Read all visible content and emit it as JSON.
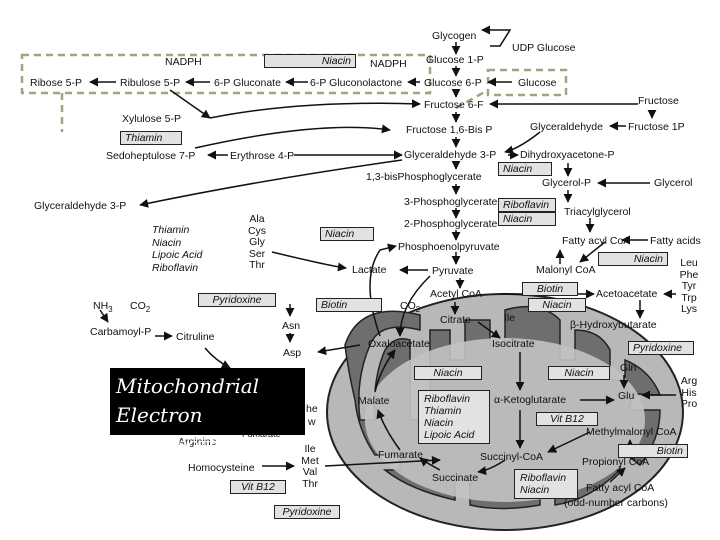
{
  "metabolites": {
    "glycogen": "Glycogen",
    "udp_glucose": "UDP Glucose",
    "glucose_1p": "Glucose 1-P",
    "glucose": "Glucose",
    "glucose_6p": "Glucose 6-P",
    "nadph_left": "NADPH",
    "nadph_right": "NADPH",
    "ribose_5p": "Ribose 5-P",
    "ribulose_5p": "Ribulose 5-P",
    "p6_gluconate": "6-P Gluconate",
    "p6_gluconolactone": "6-P Gluconolactone",
    "fructose": "Fructose",
    "fructose_6f": "Fructose 6-F",
    "xylulose_5p": "Xylulose 5-P",
    "fructose_16bis": "Fructose 1,6-Bis P",
    "glyceraldehyde": "Glyceraldehyde",
    "fructose_1p": "Fructose 1P",
    "sedoheptulose_7p": "Sedoheptulose 7-P",
    "erythrose_4p": "Erythrose 4-P",
    "glyceraldehyde_3p_right": "Glyceraldehyde 3-P",
    "dihydroxyacetone_p": "Dihydroxyacetone-P",
    "bisphosphoglycerate": "1,3-bisPhosphoglycerate",
    "glycerol_p": "Glycerol-P",
    "glycerol": "Glycerol",
    "glyceraldehyde_3p_left": "Glyceraldehyde 3-P",
    "phosphoglycerate_3": "3-Phosphoglycerate",
    "phosphoglycerate_2": "2-Phosphoglycerate",
    "triacylglycerol": "Triacylglycerol",
    "phosphoenolpyruvate": "Phosphoenolpyruvate",
    "fatty_acyl_coa": "Fatty acyl CoA",
    "fatty_acids": "Fatty acids",
    "lactate": "Lactate",
    "pyruvate": "Pyruvate",
    "malonyl_coa": "Malonyl CoA",
    "acetyl_coa": "Acetyl CoA",
    "acetoacetate": "Acetoacetate",
    "hydroxybutarate": "β-Hydroxybutarate",
    "nh3": "NH3",
    "co2_left": "CO2",
    "co2_mid": "CO2",
    "carbamoyl_p": "Carbamoyl-P",
    "citruline": "Citruline",
    "oxaloacetate": "Oxaloacetate",
    "citrate": "Citrate",
    "isocitrate": "Isocitrate",
    "ile_mid": "Ile",
    "asn": "Asn",
    "asp": "Asp",
    "malate": "Malate",
    "ketoglutarate": "α-Ketoglutarate",
    "gln": "Gln",
    "glu": "Glu",
    "fumarate": "Fumarate",
    "fumarate_small": "Fumarate",
    "succinyl_coa": "Succinyl-CoA",
    "methylmalonyl_coa": "Methylmalonyl CoA",
    "propionyl_coa": "Propionyl CoA",
    "succinate": "Succinate",
    "fatty_acyl_coa_odd": "Fatty acyl CoA",
    "odd_carbons": "(odd-number carbons)",
    "arginine": "Arginine",
    "homocysteine": "Homocysteine",
    "phe_fragment": "he",
    "w_fragment": "w"
  },
  "amino_groups": {
    "ala_group": [
      "Ala",
      "Cys",
      "Gly",
      "Ser",
      "Thr"
    ],
    "leu_group": [
      "Leu",
      "Phe",
      "Tyr",
      "Trp",
      "Lys"
    ],
    "arg_group": [
      "Arg",
      "His",
      "Pro"
    ],
    "ile_group": [
      "Ile",
      "Met",
      "Val",
      "Thr"
    ]
  },
  "vitamins": {
    "niacin_top": "Niacin",
    "thiamin_ppp": "Thiamin",
    "niacin_dhap": "Niacin",
    "riboflavin_tag": "Riboflavin",
    "niacin_tag": "Niacin",
    "niacin_pep": "Niacin",
    "niacin_fa": "Niacin",
    "biotin_malonyl": "Biotin",
    "niacin_acetyl": "Niacin",
    "pyridoxine_mid": "Pyridoxine",
    "biotin_pyruvate": "Biotin",
    "pyridoxine_right": "Pyridoxine",
    "niacin_tca_left": "Niacin",
    "niacin_tca_right": "Niacin",
    "kg_complex": [
      "Riboflavin",
      "Thiamin",
      "Niacin",
      "Lipoic Acid"
    ],
    "vit_b12_mm": "Vit B12",
    "biotin_propionyl": "Biotin",
    "succ_complex": [
      "Riboflavin",
      "Niacin"
    ],
    "vit_b12_left": "Vit B12",
    "pyridoxine_bottom": "Pyridoxine",
    "pdh_cofactors": [
      "Thiamin",
      "Niacin",
      "Lipoic Acid",
      "Riboflavin"
    ]
  },
  "mitochondria_title": [
    "Mitochondrial",
    "Electron Transport"
  ],
  "colors": {
    "cofactor_fill": "#e2e2e2",
    "mitochondrion_fill": "#b8b8b8",
    "inner_fill": "#6e6e6e",
    "dashed_box": "#a89f7f",
    "title_bg": "#000000"
  }
}
